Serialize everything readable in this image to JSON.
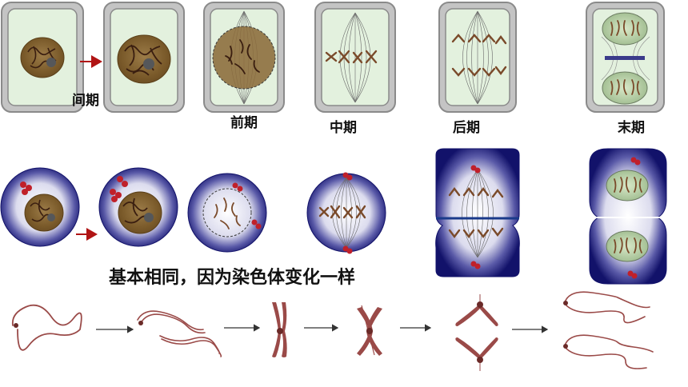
{
  "plant_row": {
    "labels": {
      "interphase": "间期",
      "prophase": "前期",
      "metaphase": "中期",
      "anaphase": "后期",
      "telophase": "末期"
    }
  },
  "animal_row": {
    "caption": "基本相同，因为染色体变化一样"
  },
  "colors": {
    "cell_wall": "#8a8a8a",
    "cytoplasm": "#e3f1de",
    "nucleus": "#7d5c2a",
    "chromosome": "#9a4a48",
    "animal_rim": "#15156b",
    "centrosome": "#c0202a",
    "arrow_red": "#b01414"
  }
}
